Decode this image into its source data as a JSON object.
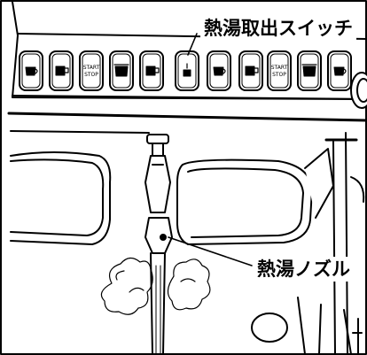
{
  "labels": {
    "hot_water_switch": "熱湯取出スイッチ",
    "hot_water_nozzle": "熱湯ノズル"
  },
  "buttons": [
    {
      "id": "b1",
      "icon": "cup-icon"
    },
    {
      "id": "b2",
      "icon": "mug-icon"
    },
    {
      "id": "b3",
      "icon": "start-stop-text",
      "text": [
        "START",
        "STOP"
      ]
    },
    {
      "id": "b4",
      "icon": "pot-icon"
    },
    {
      "id": "b5",
      "icon": "mug-icon"
    },
    {
      "id": "b6",
      "icon": "hot-water-icon"
    },
    {
      "id": "b7",
      "icon": "cup-icon"
    },
    {
      "id": "b8",
      "icon": "mug-icon"
    },
    {
      "id": "b9",
      "icon": "start-stop-text",
      "text": [
        "START",
        "STOP"
      ]
    },
    {
      "id": "b10",
      "icon": "pot-icon"
    },
    {
      "id": "b11",
      "icon": "cup-icon"
    }
  ]
}
